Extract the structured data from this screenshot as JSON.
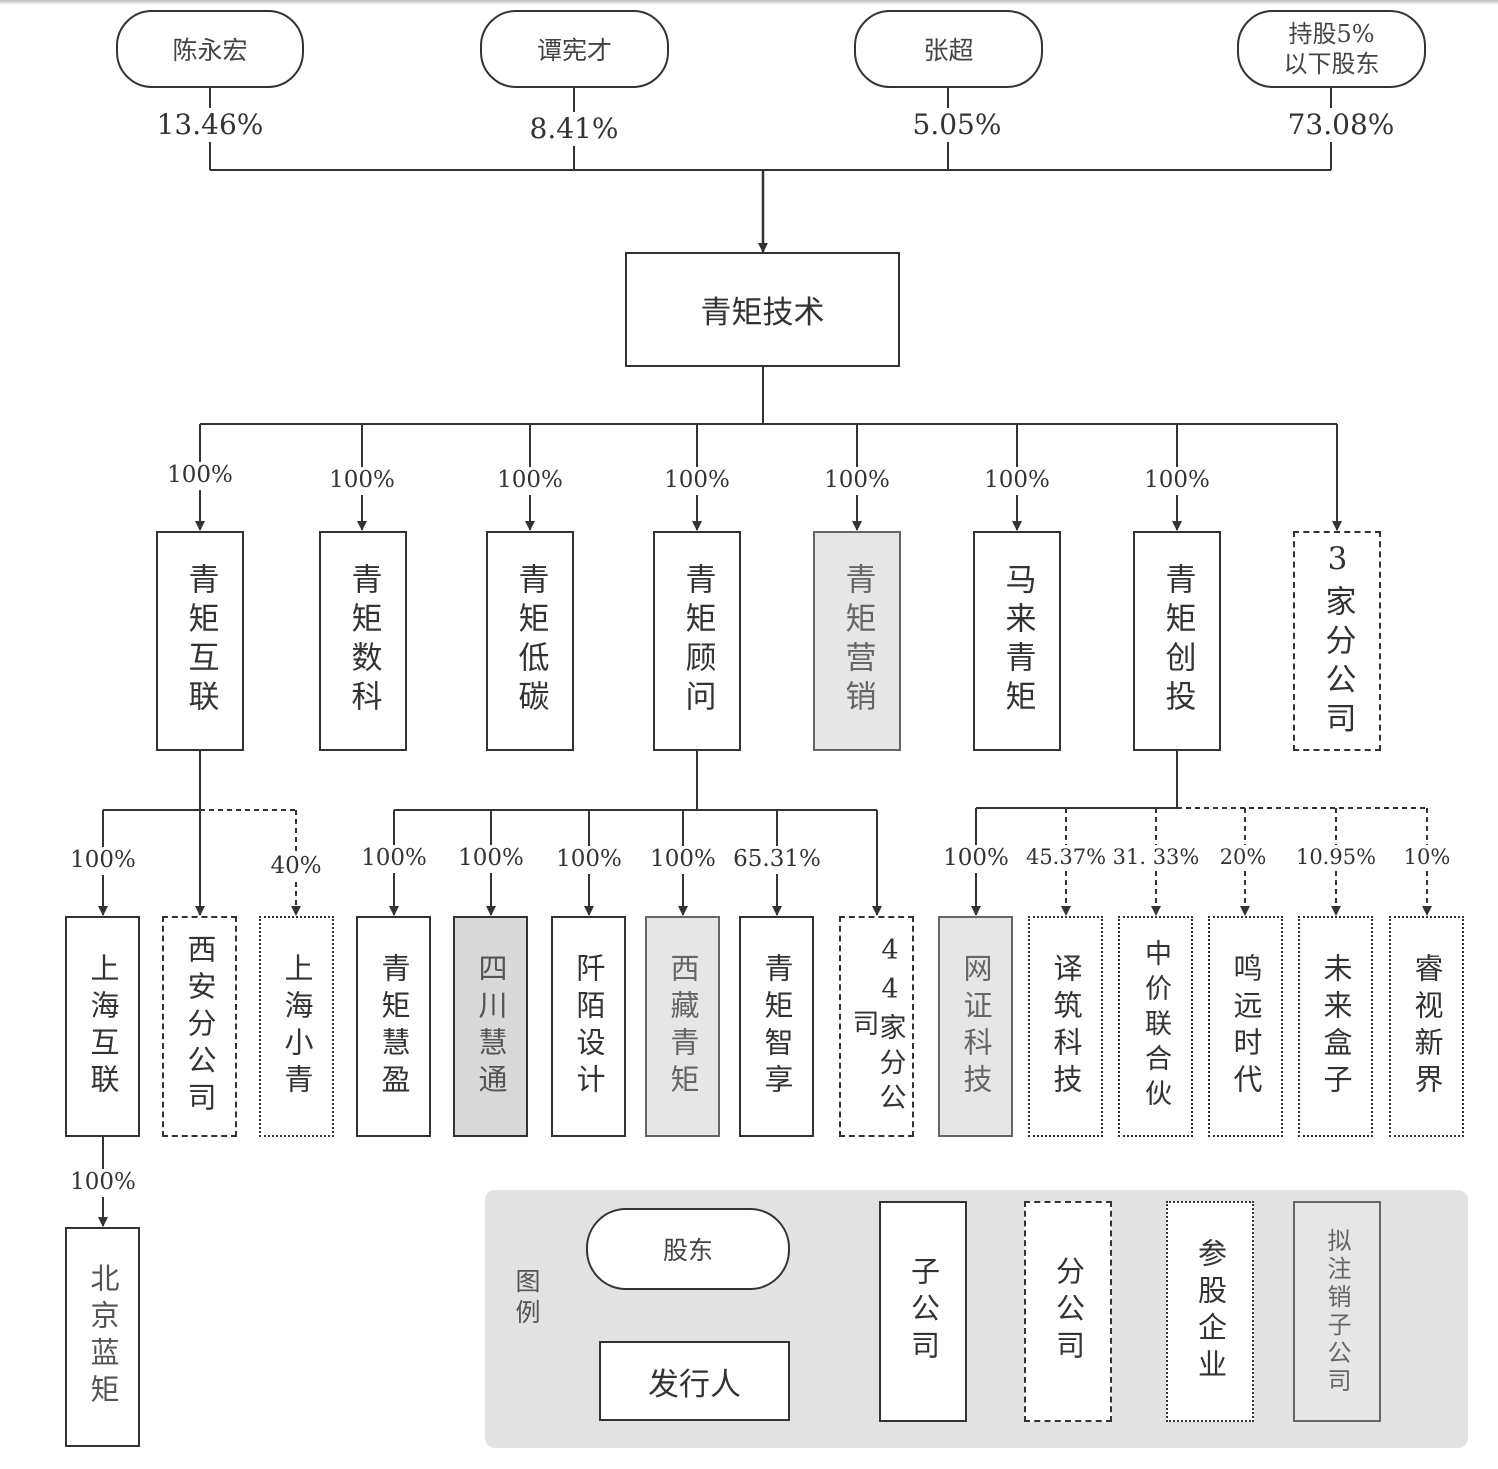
{
  "shareholders": [
    {
      "name": "陈永宏",
      "percent": "13.46%"
    },
    {
      "name": "谭宪才",
      "percent": "8.41%"
    },
    {
      "name": "张超",
      "percent": "5.05%"
    },
    {
      "name_line1": "持股5%",
      "name_line2": "以下股东",
      "percent": "73.08%"
    }
  ],
  "issuer": {
    "name": "青矩技术"
  },
  "subsidiaries": [
    {
      "name": "青矩互联",
      "percent": "100%"
    },
    {
      "name": "青矩数科",
      "percent": "100%"
    },
    {
      "name": "青矩低碳",
      "percent": "100%"
    },
    {
      "name": "青矩顾问",
      "percent": "100%"
    },
    {
      "name": "青矩营销",
      "percent": "100%"
    },
    {
      "name": "马来青矩",
      "percent": "100%"
    },
    {
      "name": "青矩创投",
      "percent": "100%"
    },
    {
      "name": "3家分公司"
    }
  ],
  "hulian_children": [
    {
      "name": "上海互联",
      "percent": "100%"
    },
    {
      "name": "西安分公司"
    },
    {
      "name": "上海小青",
      "percent": "40%"
    }
  ],
  "guwen_children": [
    {
      "name": "青矩慧盈",
      "percent": "100%"
    },
    {
      "name": "四川慧通",
      "percent": "100%"
    },
    {
      "name": "阡陌设计",
      "percent": "100%"
    },
    {
      "name": "西藏青矩",
      "percent": "100%"
    },
    {
      "name": "青矩智享",
      "percent": "65.31%"
    },
    {
      "name": "44家分公司"
    }
  ],
  "chuangtou_children": [
    {
      "name": "网证科技",
      "percent": "100%"
    },
    {
      "name": "译筑科技",
      "percent": "45.37%"
    },
    {
      "name": "中价联合伙",
      "percent": "31. 33%"
    },
    {
      "name": "鸣远时代",
      "percent": "20%"
    },
    {
      "name": "未来盒子",
      "percent": "10.95%"
    },
    {
      "name": "睿视新界",
      "percent": "10%"
    }
  ],
  "shanghai_hulian_child": {
    "name": "北京蓝矩",
    "percent": "100%"
  },
  "legend": {
    "title": "图例",
    "shareholder": "股东",
    "issuer": "发行人",
    "subsidiary": "子公司",
    "branch": "分公司",
    "associate": "参股企业",
    "to_be_cancelled": "拟注销子公司"
  }
}
